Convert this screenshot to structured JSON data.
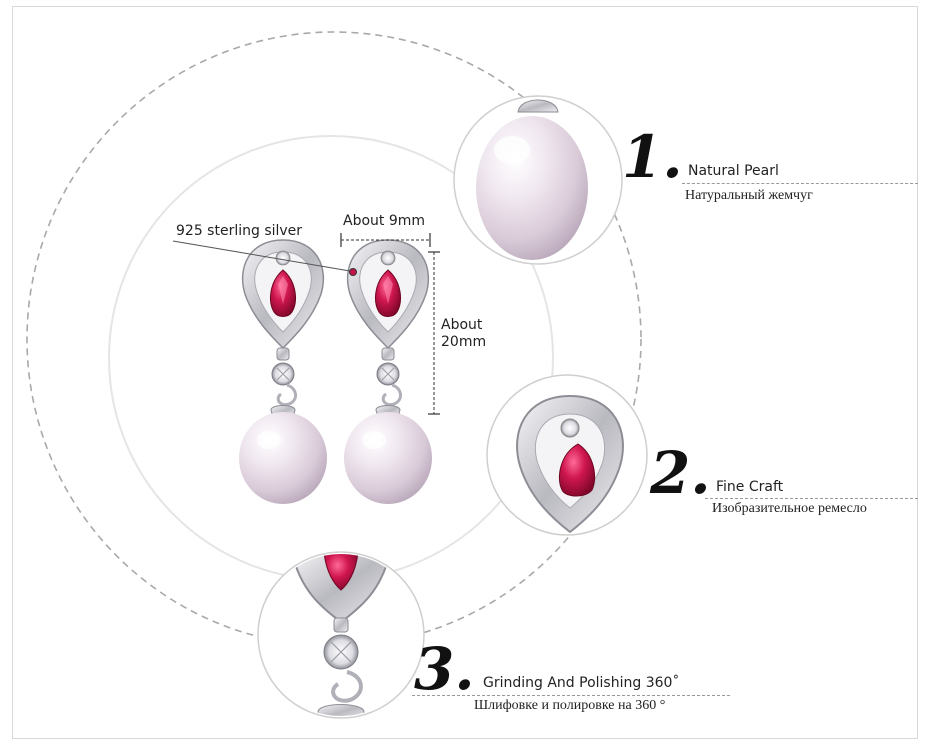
{
  "spec_labels": {
    "material": "925 sterling silver",
    "width": "About 9mm",
    "height_line1": "About",
    "height_line2": "20mm"
  },
  "features": [
    {
      "number": "1.",
      "title": "Natural Pearl",
      "subtitle": "Натуральный жемчуг"
    },
    {
      "number": "2.",
      "title": "Fine Craft",
      "subtitle": "Изобразительное ремесло"
    },
    {
      "number": "3.",
      "title": "Grinding And Polishing 360˚",
      "subtitle": "Шлифовке и полировке на 360 °"
    }
  ],
  "colors": {
    "gem": "#c4124a",
    "silver": "#c9c9cf",
    "pearl": "#e8dde6"
  }
}
